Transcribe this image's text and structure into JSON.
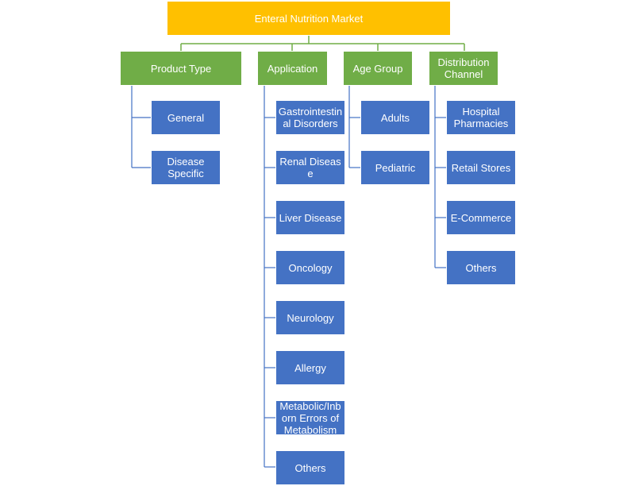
{
  "diagram": {
    "root": {
      "label": "Enteral Nutrition Market"
    },
    "categories": [
      {
        "label": "Product Type",
        "children": [
          "General",
          "Disease\nSpecific"
        ]
      },
      {
        "label": "Application",
        "children": [
          "Gastrointestin\nal Disorders",
          "Renal Disease",
          "Liver Disease",
          "Oncology",
          "Neurology",
          "Allergy",
          "Metabolic/Inb\norn Errors of\nMetabolism",
          "Others"
        ]
      },
      {
        "label": "Age Group",
        "children": [
          "Adults",
          "Pediatric"
        ]
      },
      {
        "label": "Distribution\nChannel",
        "children": [
          "Hospital\nPharmacies",
          "Retail Stores",
          "E-Commerce",
          "Others"
        ]
      }
    ],
    "colors": {
      "root": "#ffc000",
      "category": "#70ad47",
      "leaf": "#4472c4",
      "connector": "#70ad47",
      "leaf_connector": "#4472c4"
    }
  }
}
